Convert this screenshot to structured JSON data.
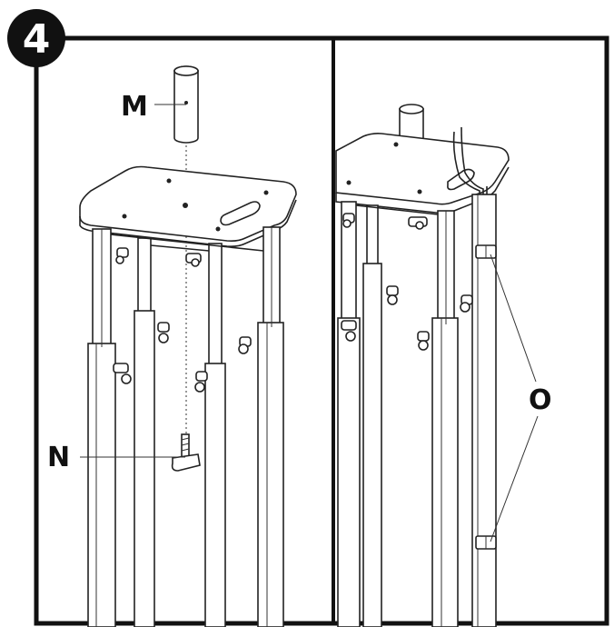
{
  "step": {
    "number": "4"
  },
  "callouts": {
    "m": "M",
    "n": "N",
    "o": "O"
  },
  "colors": {
    "ink": "#1a1a1a",
    "paper": "#ffffff"
  },
  "icons": {
    "step_badge": "step-number-badge",
    "pin": "pin-icon",
    "bolt": "t-bolt-icon",
    "clip": "cable-clip-icon"
  }
}
